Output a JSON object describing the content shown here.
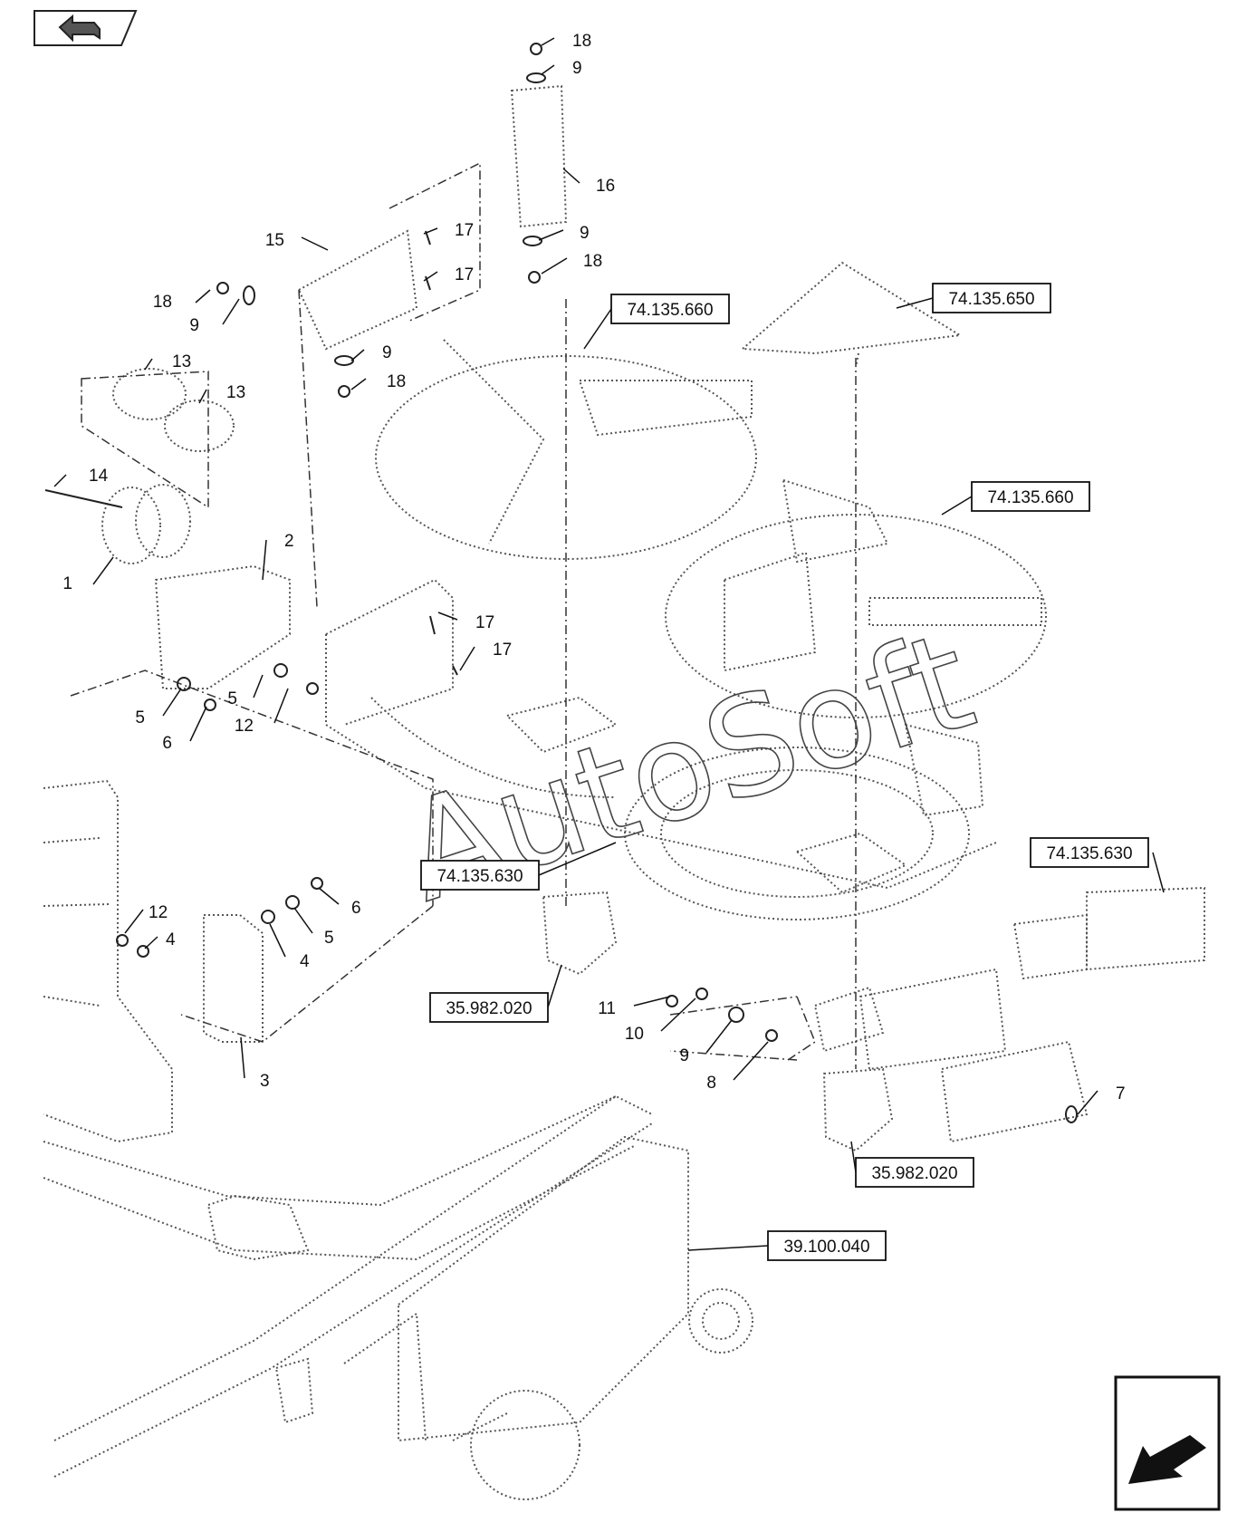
{
  "navigation": {
    "prev_icon": "back-arrow-icon",
    "next_icon": "forward-arrow-icon"
  },
  "watermark": "AutoSoft",
  "part_labels": [
    "18",
    "9",
    "16",
    "17",
    "9",
    "18",
    "15",
    "17",
    "18",
    "9",
    "9",
    "18",
    "13",
    "13",
    "14",
    "1",
    "2",
    "17",
    "17",
    "5",
    "5",
    "6",
    "12",
    "12",
    "4",
    "4",
    "5",
    "6",
    "3",
    "11",
    "10",
    "9",
    "8",
    "7"
  ],
  "reference_labels": [
    "74.135.660",
    "74.135.650",
    "74.135.660",
    "74.135.630",
    "74.135.630",
    "35.982.020",
    "35.982.020",
    "39.100.040"
  ],
  "colors": {
    "line": "#222222",
    "dotted": "#555555",
    "icon_fill": "#111111"
  }
}
